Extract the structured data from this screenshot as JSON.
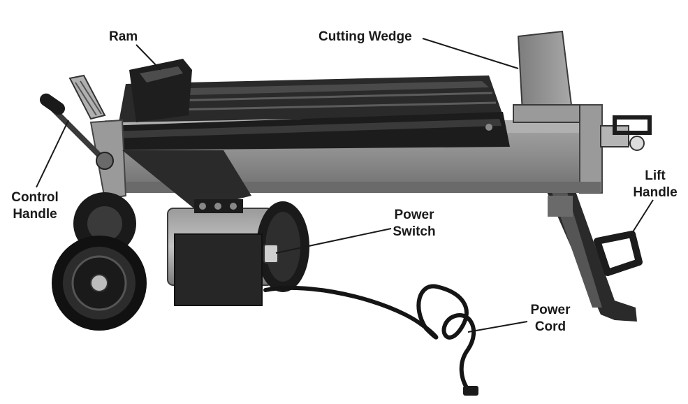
{
  "figure": {
    "labels": {
      "ram": "Ram",
      "cutting_wedge": "Cutting Wedge",
      "control_handle": [
        "Control",
        "Handle"
      ],
      "lift_handle": [
        "Lift",
        "Handle"
      ],
      "power_switch": [
        "Power",
        "Switch"
      ],
      "power_cord": [
        "Power",
        "Cord"
      ]
    },
    "colors": {
      "body_gray": "#8a8a8a",
      "dark": "#1c1c1c",
      "mid": "#5a5a5a",
      "light": "#b8b8b8",
      "leader_line": "#1a1a1a"
    }
  }
}
